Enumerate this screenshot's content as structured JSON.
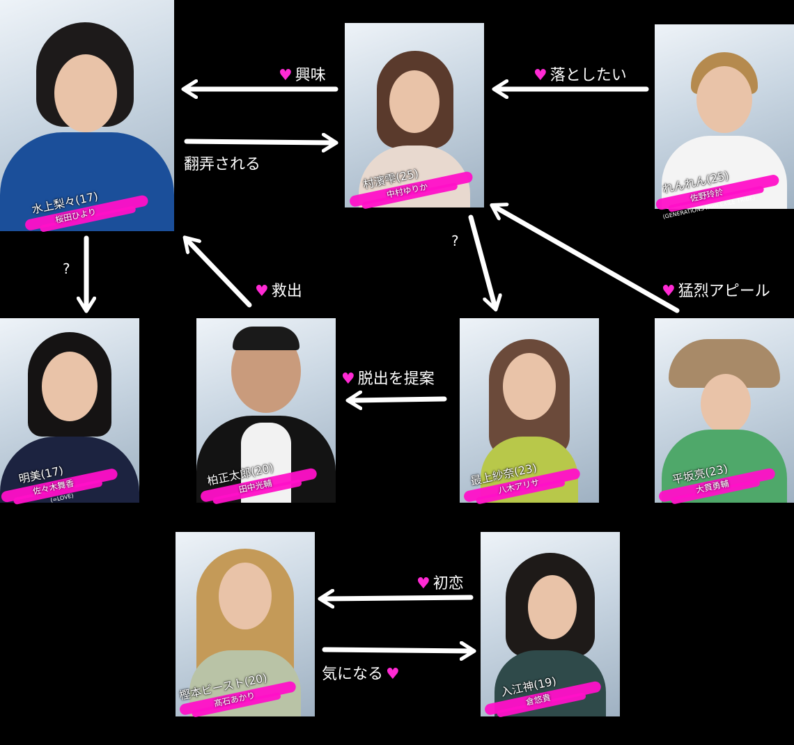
{
  "accent_color": "#ff10c8",
  "heart_icon": "heart-icon",
  "characters": [
    {
      "role": "水上梨々(17)",
      "actor": "桜田ひより",
      "extra": ""
    },
    {
      "role": "村濱雫(25)",
      "actor": "中村ゆりか",
      "extra": ""
    },
    {
      "role": "れんれん(25)",
      "actor": "佐野玲於",
      "extra": "(GENERATIONS from EXILE TRIBE)"
    },
    {
      "role": "明美(17)",
      "actor": "佐々木舞香",
      "extra": "(=LOVE)"
    },
    {
      "role": "柏正太郎(20)",
      "actor": "田中光輔",
      "extra": ""
    },
    {
      "role": "最上紗奈(23)",
      "actor": "八木アリサ",
      "extra": ""
    },
    {
      "role": "平坂亮(23)",
      "actor": "大貫勇輔",
      "extra": ""
    },
    {
      "role": "樫本ビースト(20)",
      "actor": "髙石あかり",
      "extra": ""
    },
    {
      "role": "入江神(19)",
      "actor": "倉悠貴",
      "extra": ""
    }
  ],
  "relations": {
    "kyomi": "興味",
    "honro": "翻弄される",
    "otoshitai": "落としたい",
    "kyushutsu": "救出",
    "moretsu": "猛烈アピール",
    "dasshutsu": "脱出を提案",
    "hatsukoi": "初恋",
    "kininaru": "気になる",
    "q1": "?",
    "q2": "?"
  }
}
